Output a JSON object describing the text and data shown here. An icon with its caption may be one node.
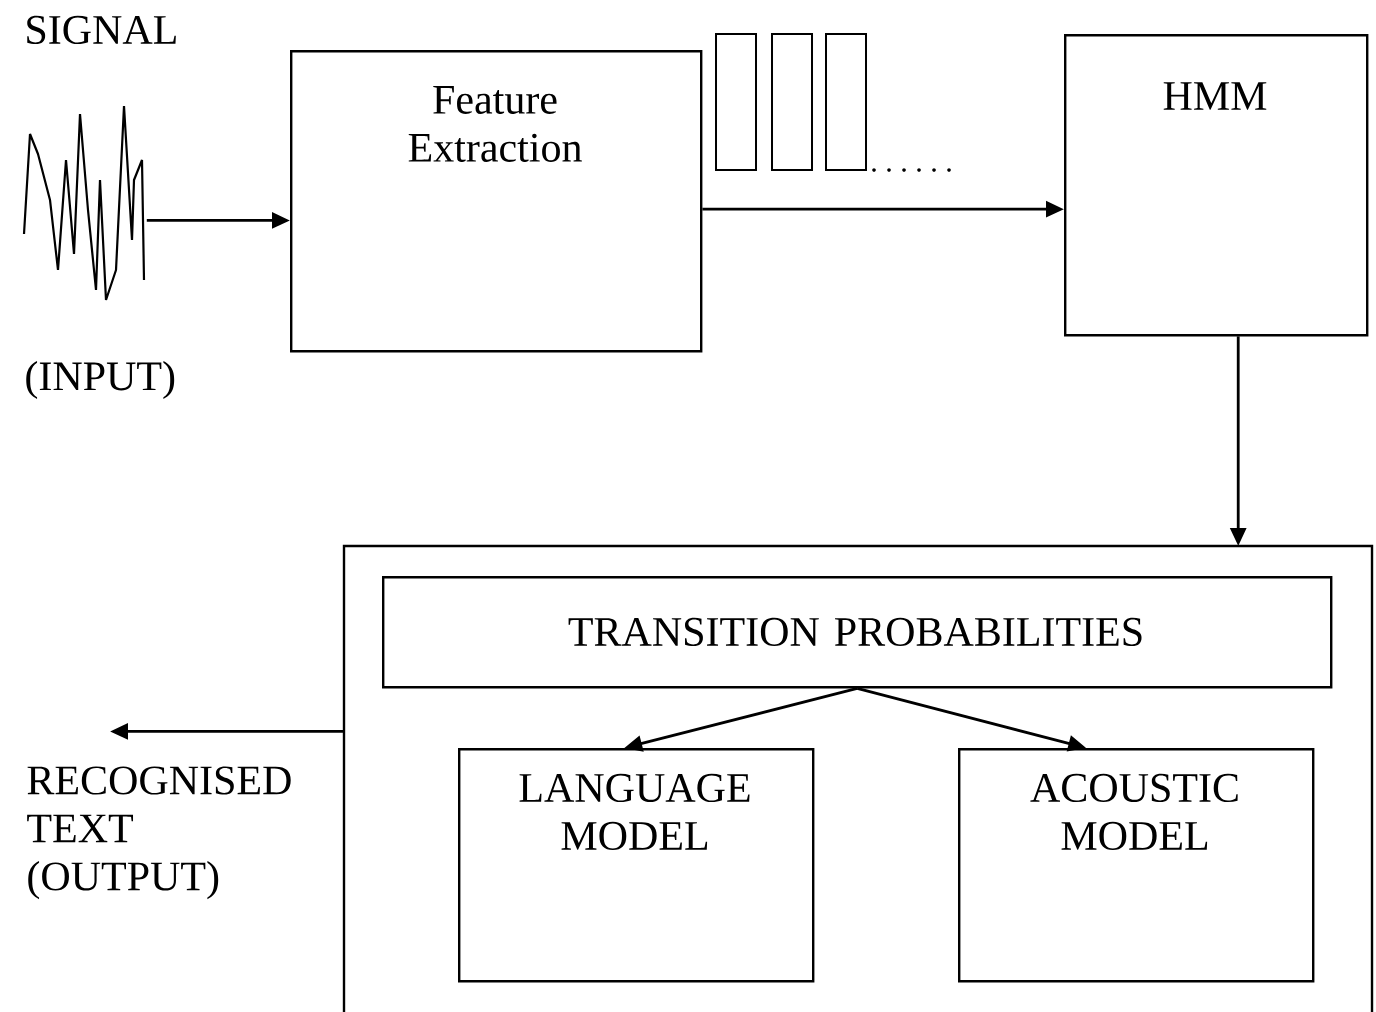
{
  "diagram": {
    "nodes": [
      {
        "text": [],
        "shape": "picture",
        "beside": [
          "SIGNAL",
          "(INPUT)"
        ]
      },
      {
        "text": [
          "Feature Extraction"
        ]
      },
      {
        "text": [
          "HMM"
        ]
      },
      {
        "text": [],
        "shape": "box"
      },
      {
        "text": [
          "TRANSITION PROBABILITIES"
        ],
        "in": 3
      },
      {
        "text": [
          "LANGUAGE MODEL"
        ],
        "in": 3
      },
      {
        "text": [
          "ACOUSTIC MODEL"
        ],
        "in": 3
      },
      {
        "text": [
          "RECOGNISED TEXT (OUTPUT)"
        ]
      }
    ],
    "edges": [
      {
        "from": 0,
        "to": 1,
        "arrow": "to"
      },
      {
        "from": 1,
        "to": 2,
        "arrow": "to"
      },
      {
        "from": 2,
        "to": 3,
        "arrow": "to"
      },
      {
        "from": 4,
        "to": 5,
        "arrow": "to"
      },
      {
        "from": 4,
        "to": 6,
        "arrow": "to"
      },
      {
        "from": 3,
        "to": 7,
        "arrow": "to"
      }
    ]
  }
}
